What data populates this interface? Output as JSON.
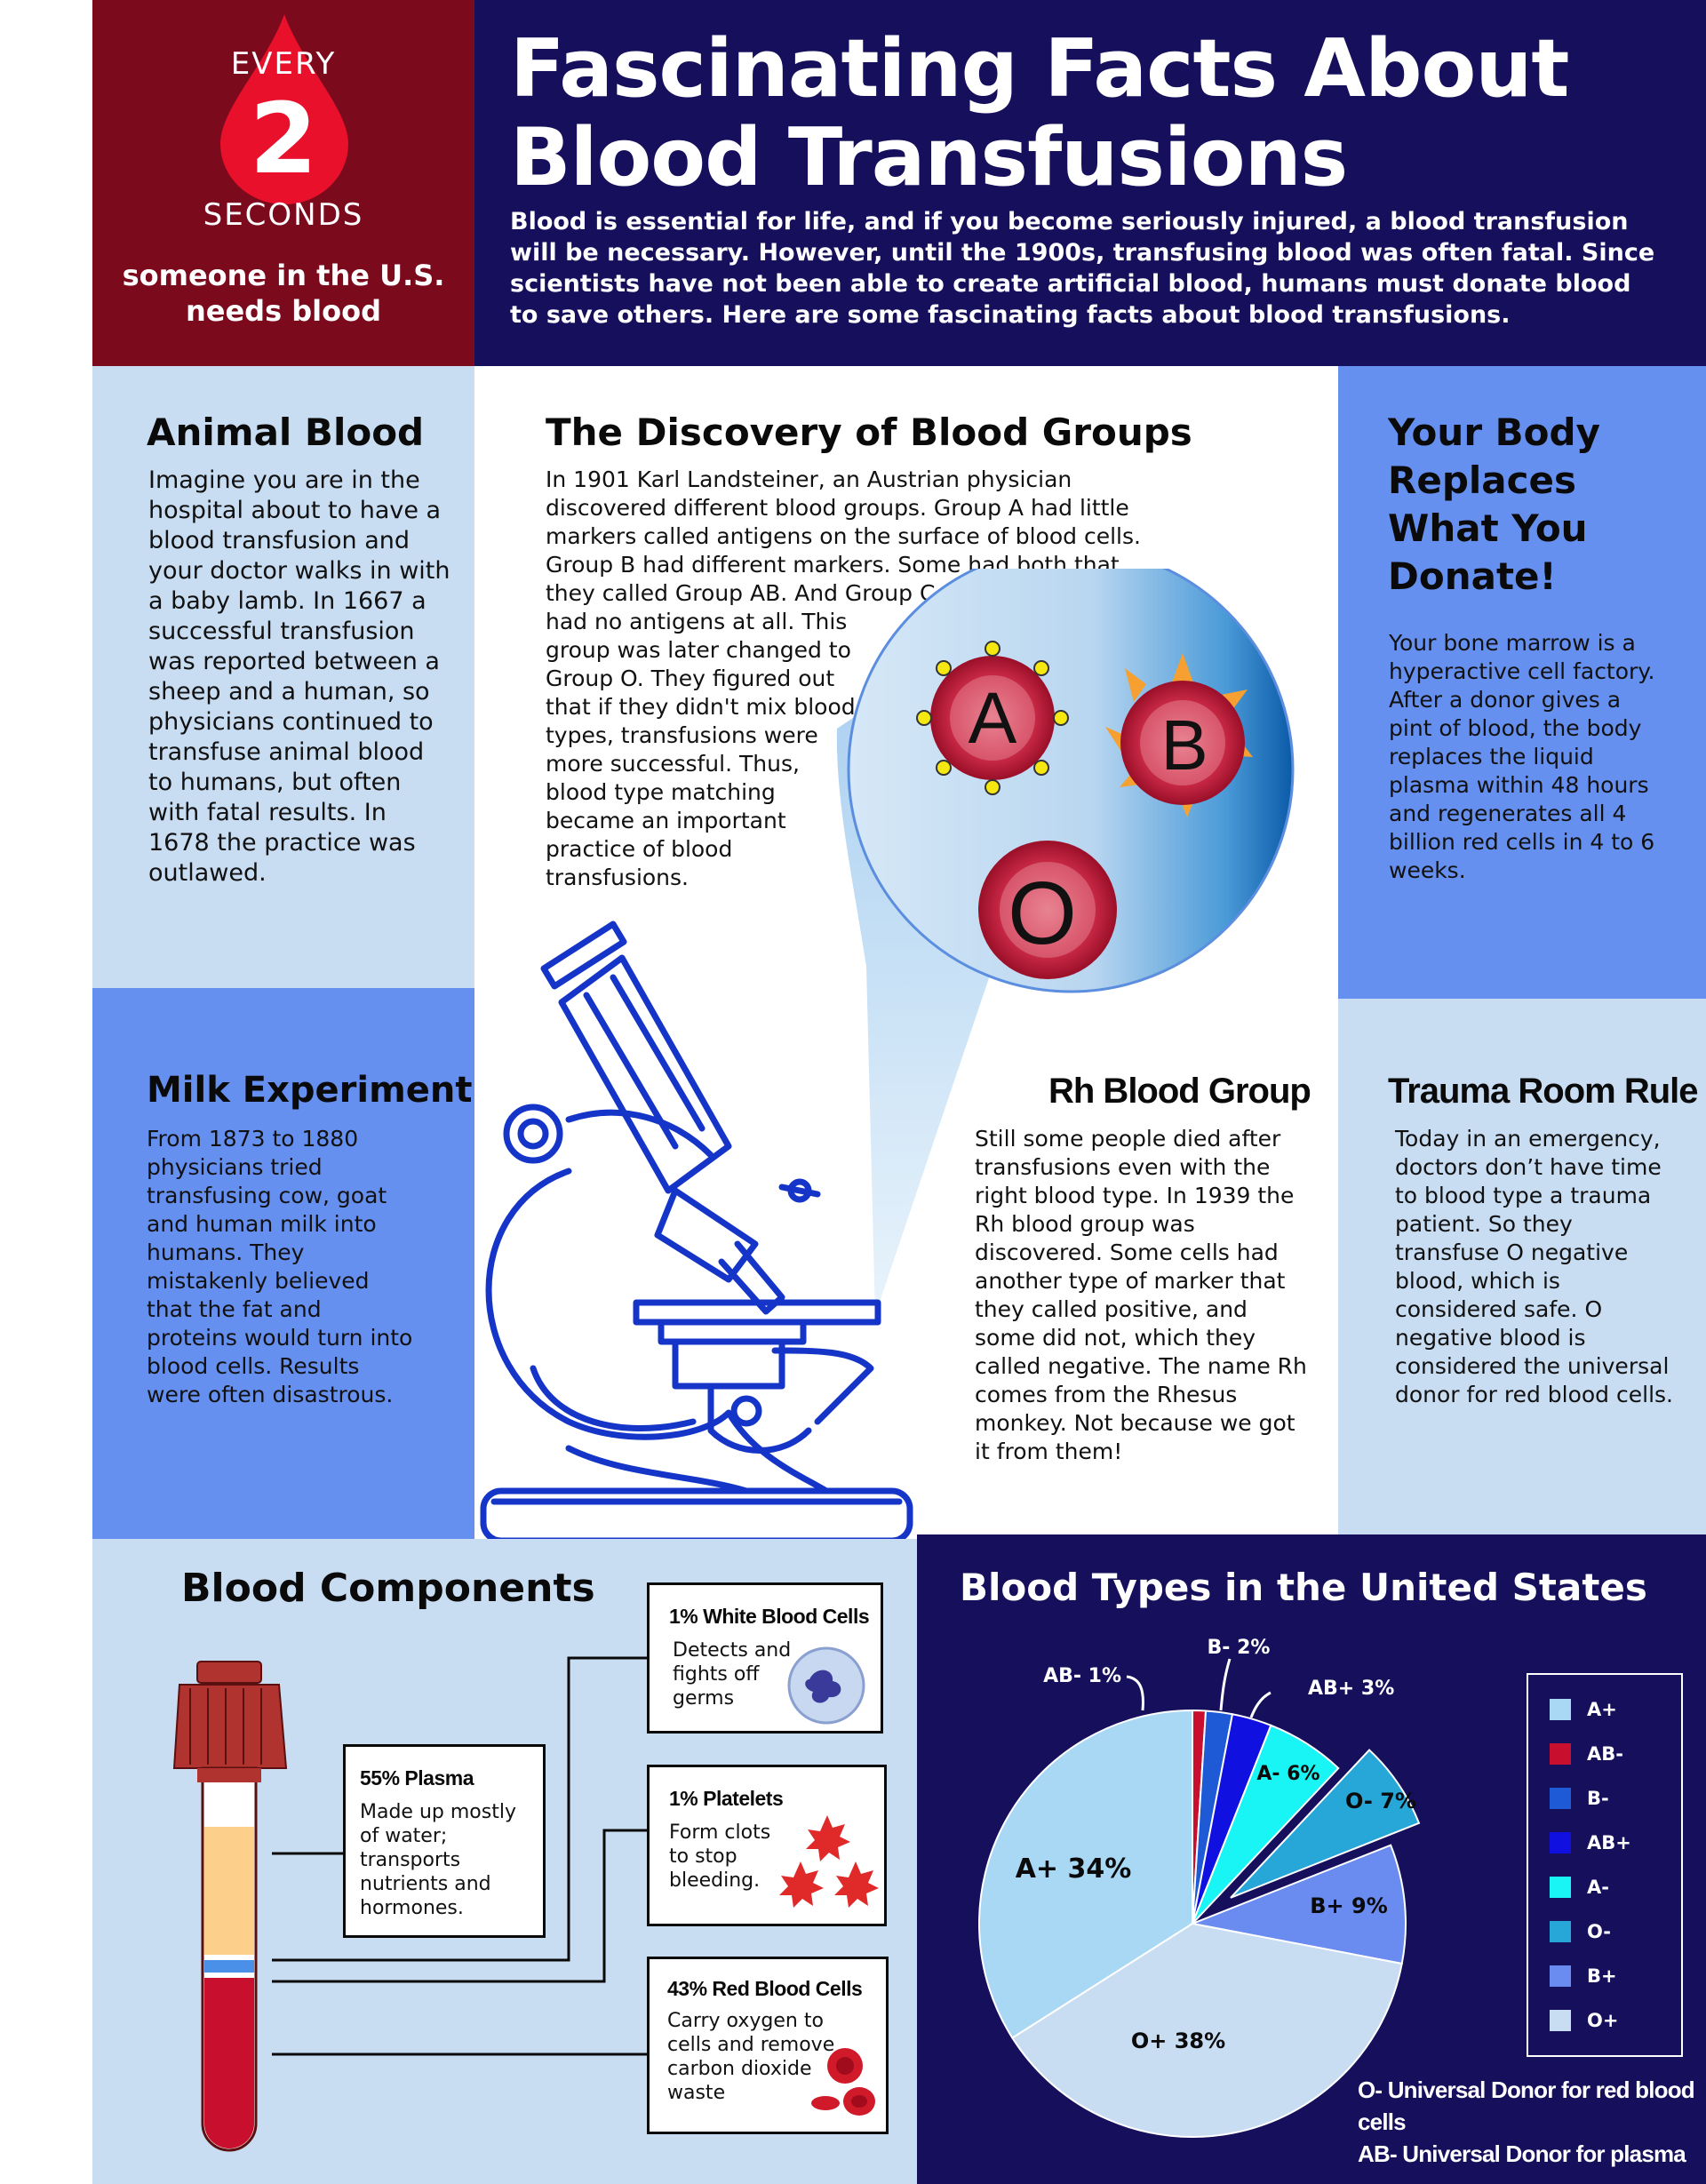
{
  "header": {
    "every": "EVERY",
    "number": "2",
    "seconds": "SECONDS",
    "someone": "someone in the U.S. needs blood",
    "title_line1": "Fascinating Facts About",
    "title_line2": "Blood Transfusions",
    "intro": "Blood is essential for life, and if you become seriously injured, a blood transfusion will be necessary. However, until the 1900s, transfusing blood was often fatal. Since scientists have not been able to create artificial blood, humans must donate blood to save others. Here are some fascinating facts about blood transfusions."
  },
  "animal_blood": {
    "title": "Animal Blood",
    "text": "Imagine you are in the hospital about to have a blood transfusion and your doctor walks in with a baby lamb.  In 1667 a successful transfusion was reported between a sheep and a human, so physicians continued to transfuse animal blood to humans, but often with fatal results. In 1678 the practice was outlawed."
  },
  "discovery": {
    "title": "The Discovery of Blood Groups",
    "text_top": "In 1901 Karl Landsteiner, an Austrian physician discovered different blood groups. Group A had little markers called antigens on the surface of blood cells. Group B had different markers. Some had both that they called Group AB. And Group C",
    "text_bottom": "had no antigens at all. This group was later changed to Group O. They figured out that if they didn't mix blood types, transfusions were more successful. Thus, blood type matching became an important practice of blood transfusions.",
    "cell_a": "A",
    "cell_b": "B",
    "cell_o": "O"
  },
  "body_replaces": {
    "title": "Your Body Replaces What  You Donate!",
    "text": "Your bone marrow is a hyperactive cell factory. After a donor gives a pint of blood, the body replaces the liquid plasma within 48 hours and regenerates all 4 billion red cells in 4 to 6 weeks."
  },
  "milk": {
    "title": "Milk Experiment",
    "text": "From 1873 to 1880 physicians tried transfusing cow, goat and human milk into humans. They mistakenly believed that the fat and proteins would turn into blood cells. Results were often disastrous."
  },
  "rh": {
    "title": "Rh Blood Group",
    "text": "Still some people died after transfusions even with the right blood type. In 1939 the Rh blood group was discovered. Some cells had another type of marker that they called positive, and some did not, which they called negative. The name Rh comes from the Rhesus monkey. Not because we got it from them!"
  },
  "trauma": {
    "title": "Trauma Room Rule",
    "text": "Today in an emergency, doctors don’t have time to blood type a trauma patient. So they transfuse O negative blood, which is considered safe. O negative blood is considered the universal donor for red blood cells."
  },
  "components": {
    "title": "Blood Components",
    "plasma": {
      "title": "55% Plasma",
      "text": "Made up mostly of water; transports nutrients and hormones."
    },
    "wbc": {
      "title": "1% White Blood Cells",
      "text": "Detects and fights off germs"
    },
    "platelets": {
      "title": "1% Platelets",
      "text": "Form clots to stop bleeding."
    },
    "rbc": {
      "title": "43% Red Blood Cells",
      "text": "Carry oxygen to cells and remove carbon dioxide waste"
    }
  },
  "colors": {
    "header_red": "#7b0a1d",
    "header_navy": "#150f5c",
    "panel_light": "#c8dcf2",
    "panel_mid": "#6690f0",
    "microscope_blue": "#1534c8"
  },
  "chart_data": {
    "type": "pie",
    "title": "Blood Types in the United States",
    "slices": [
      {
        "label": "A+",
        "value": 34,
        "data_label": "A+ 34%",
        "color": "#a9d8f5",
        "exploded": false
      },
      {
        "label": "AB-",
        "value": 1,
        "data_label": "AB- 1%",
        "color": "#c8102e",
        "exploded": false
      },
      {
        "label": "B-",
        "value": 2,
        "data_label": "B- 2%",
        "color": "#1f5ad6",
        "exploded": false
      },
      {
        "label": "AB+",
        "value": 3,
        "data_label": "AB+ 3%",
        "color": "#1010e0",
        "exploded": false
      },
      {
        "label": "A-",
        "value": 6,
        "data_label": "A- 6%",
        "color": "#19f5f5",
        "exploded": false
      },
      {
        "label": "O-",
        "value": 7,
        "data_label": "O- 7%",
        "color": "#27a6d8",
        "exploded": true
      },
      {
        "label": "B+",
        "value": 9,
        "data_label": "B+ 9%",
        "color": "#6a8cf0",
        "exploded": false
      },
      {
        "label": "O+",
        "value": 38,
        "data_label": "O+ 38%",
        "color": "#c8dcf2",
        "exploded": false
      }
    ],
    "legend_position": "right",
    "notes": [
      "O- Universal Donor for red blood cells",
      "AB- Universal Donor for plasma"
    ]
  }
}
